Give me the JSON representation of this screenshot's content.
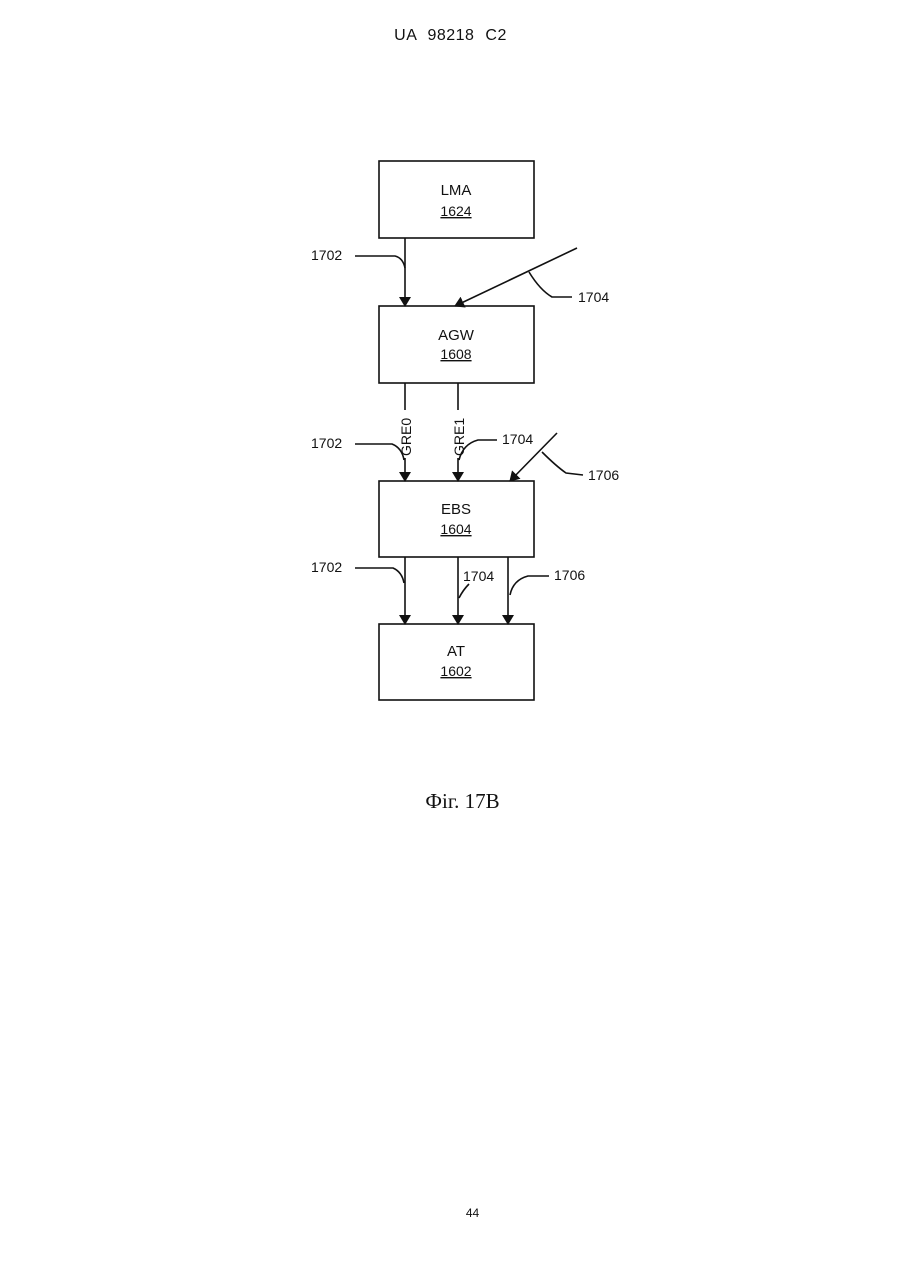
{
  "header": {
    "text": "UA   98218   C2"
  },
  "diagram": {
    "nodes": [
      {
        "name": "LMA",
        "number": "1624"
      },
      {
        "name": "AGW",
        "number": "1608"
      },
      {
        "name": "EBS",
        "number": "1604"
      },
      {
        "name": "AT",
        "number": "1602"
      }
    ],
    "labels": {
      "l1702_a": "1702",
      "l1704_a": "1704",
      "l1702_b": "1702",
      "l1704_b": "1704",
      "l1706_b": "1706",
      "l1702_c": "1702",
      "l1704_c": "1704",
      "l1706_c": "1706",
      "gre0": "GRE0",
      "gre1": "GRE1"
    }
  },
  "caption": "Фіг. 17В",
  "page_number": "44"
}
